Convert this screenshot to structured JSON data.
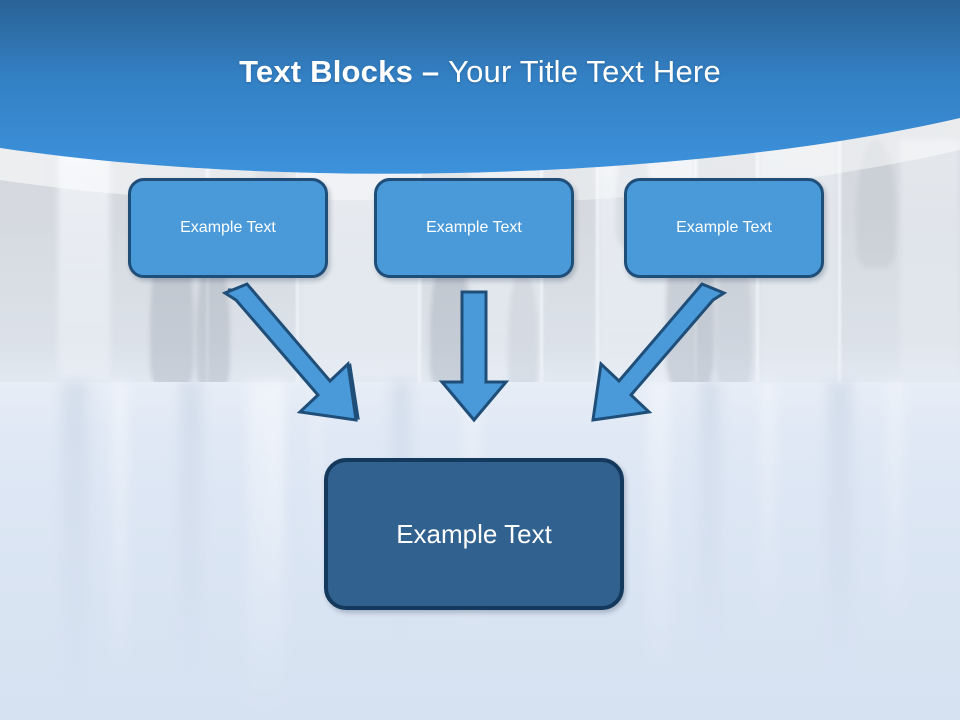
{
  "slide": {
    "title": {
      "bold_part": "Text Blocks – ",
      "regular_part": "Your Title Text Here",
      "full": "Text Blocks – Your Title Text Here"
    },
    "theme": {
      "header_gradient_top": "#2a6296",
      "header_gradient_bottom": "#3d92dc",
      "box_fill": "#4a9ad9",
      "box_border": "#1f4e79",
      "result_box_fill": "#31618f",
      "result_box_border": "#15395c",
      "arrow_fill": "#4a9ad9",
      "arrow_border": "#1f4e79",
      "title_color": "#ffffff",
      "background_floor": "#dde6f2",
      "background_wall": "#d2d3d4"
    },
    "top_boxes": [
      {
        "label": "Example Text"
      },
      {
        "label": "Example Text"
      },
      {
        "label": "Example Text"
      }
    ],
    "result_box": {
      "label": "Example Text"
    },
    "connectors": [
      {
        "name": "arrow-left-diagonal",
        "direction": "down-right"
      },
      {
        "name": "arrow-center-straight",
        "direction": "down"
      },
      {
        "name": "arrow-right-diagonal",
        "direction": "down-left"
      }
    ]
  }
}
